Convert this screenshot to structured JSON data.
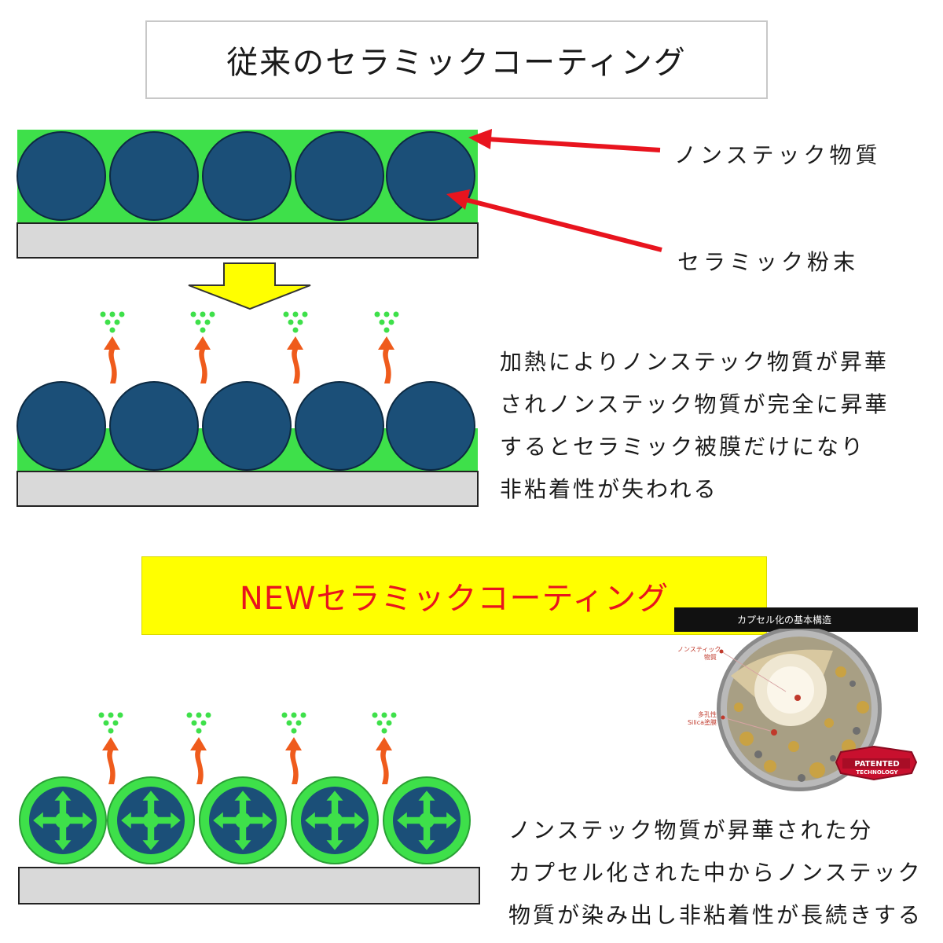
{
  "top": {
    "title": "従来のセラミックコーティング",
    "label_nonstick": "ノンステック物質",
    "label_ceramic": "セラミック粉末",
    "paragraph": [
      "加熱によりノンステック物質が昇華",
      "されノンステック物質が完全に昇華",
      "するとセラミック被膜だけになり",
      "非粘着性が失われる"
    ]
  },
  "bottom": {
    "title": "NEWセラミックコーティング",
    "paragraph": [
      "ノンステック物質が昇華された分",
      "カプセル化された中からノンステック",
      "物質が染み出し非粘着性が長続きする"
    ]
  },
  "inset": {
    "title": "カプセル化の基本構造",
    "label_1_line1": "ノンスティック",
    "label_1_line2": "物質",
    "label_2_line1": "多孔性",
    "label_2_line2": "Silica塗膜",
    "badge_line1": "PATENTED",
    "badge_line2": "TECHNOLOGY"
  },
  "colors": {
    "green_layer": "#3ee04a",
    "ceramic_ball": "#1b4f78",
    "substrate": "#d9d9d9",
    "arrow_red": "#e8141e",
    "down_arrow": "#ffff00",
    "title_red": "#e8141e",
    "highlight_yellow": "#ffff00"
  }
}
